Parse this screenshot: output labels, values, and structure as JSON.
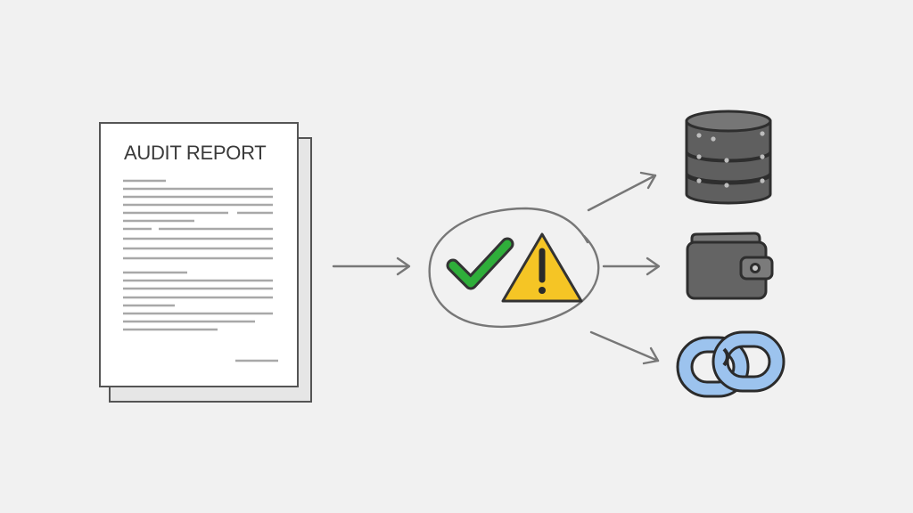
{
  "report": {
    "title": "AUDIT REPORT"
  },
  "icons": {
    "document": "audit-report-document",
    "status": [
      "checkmark",
      "warning-triangle"
    ],
    "outputs": [
      "database",
      "wallet",
      "chain-link"
    ]
  },
  "colors": {
    "background": "#f1f1f1",
    "line": "#777777",
    "check": "#2fae3a",
    "warning": "#f5c525",
    "database": "#5f5f5f",
    "wallet": "#646464",
    "chain": "#9cc3ee"
  }
}
